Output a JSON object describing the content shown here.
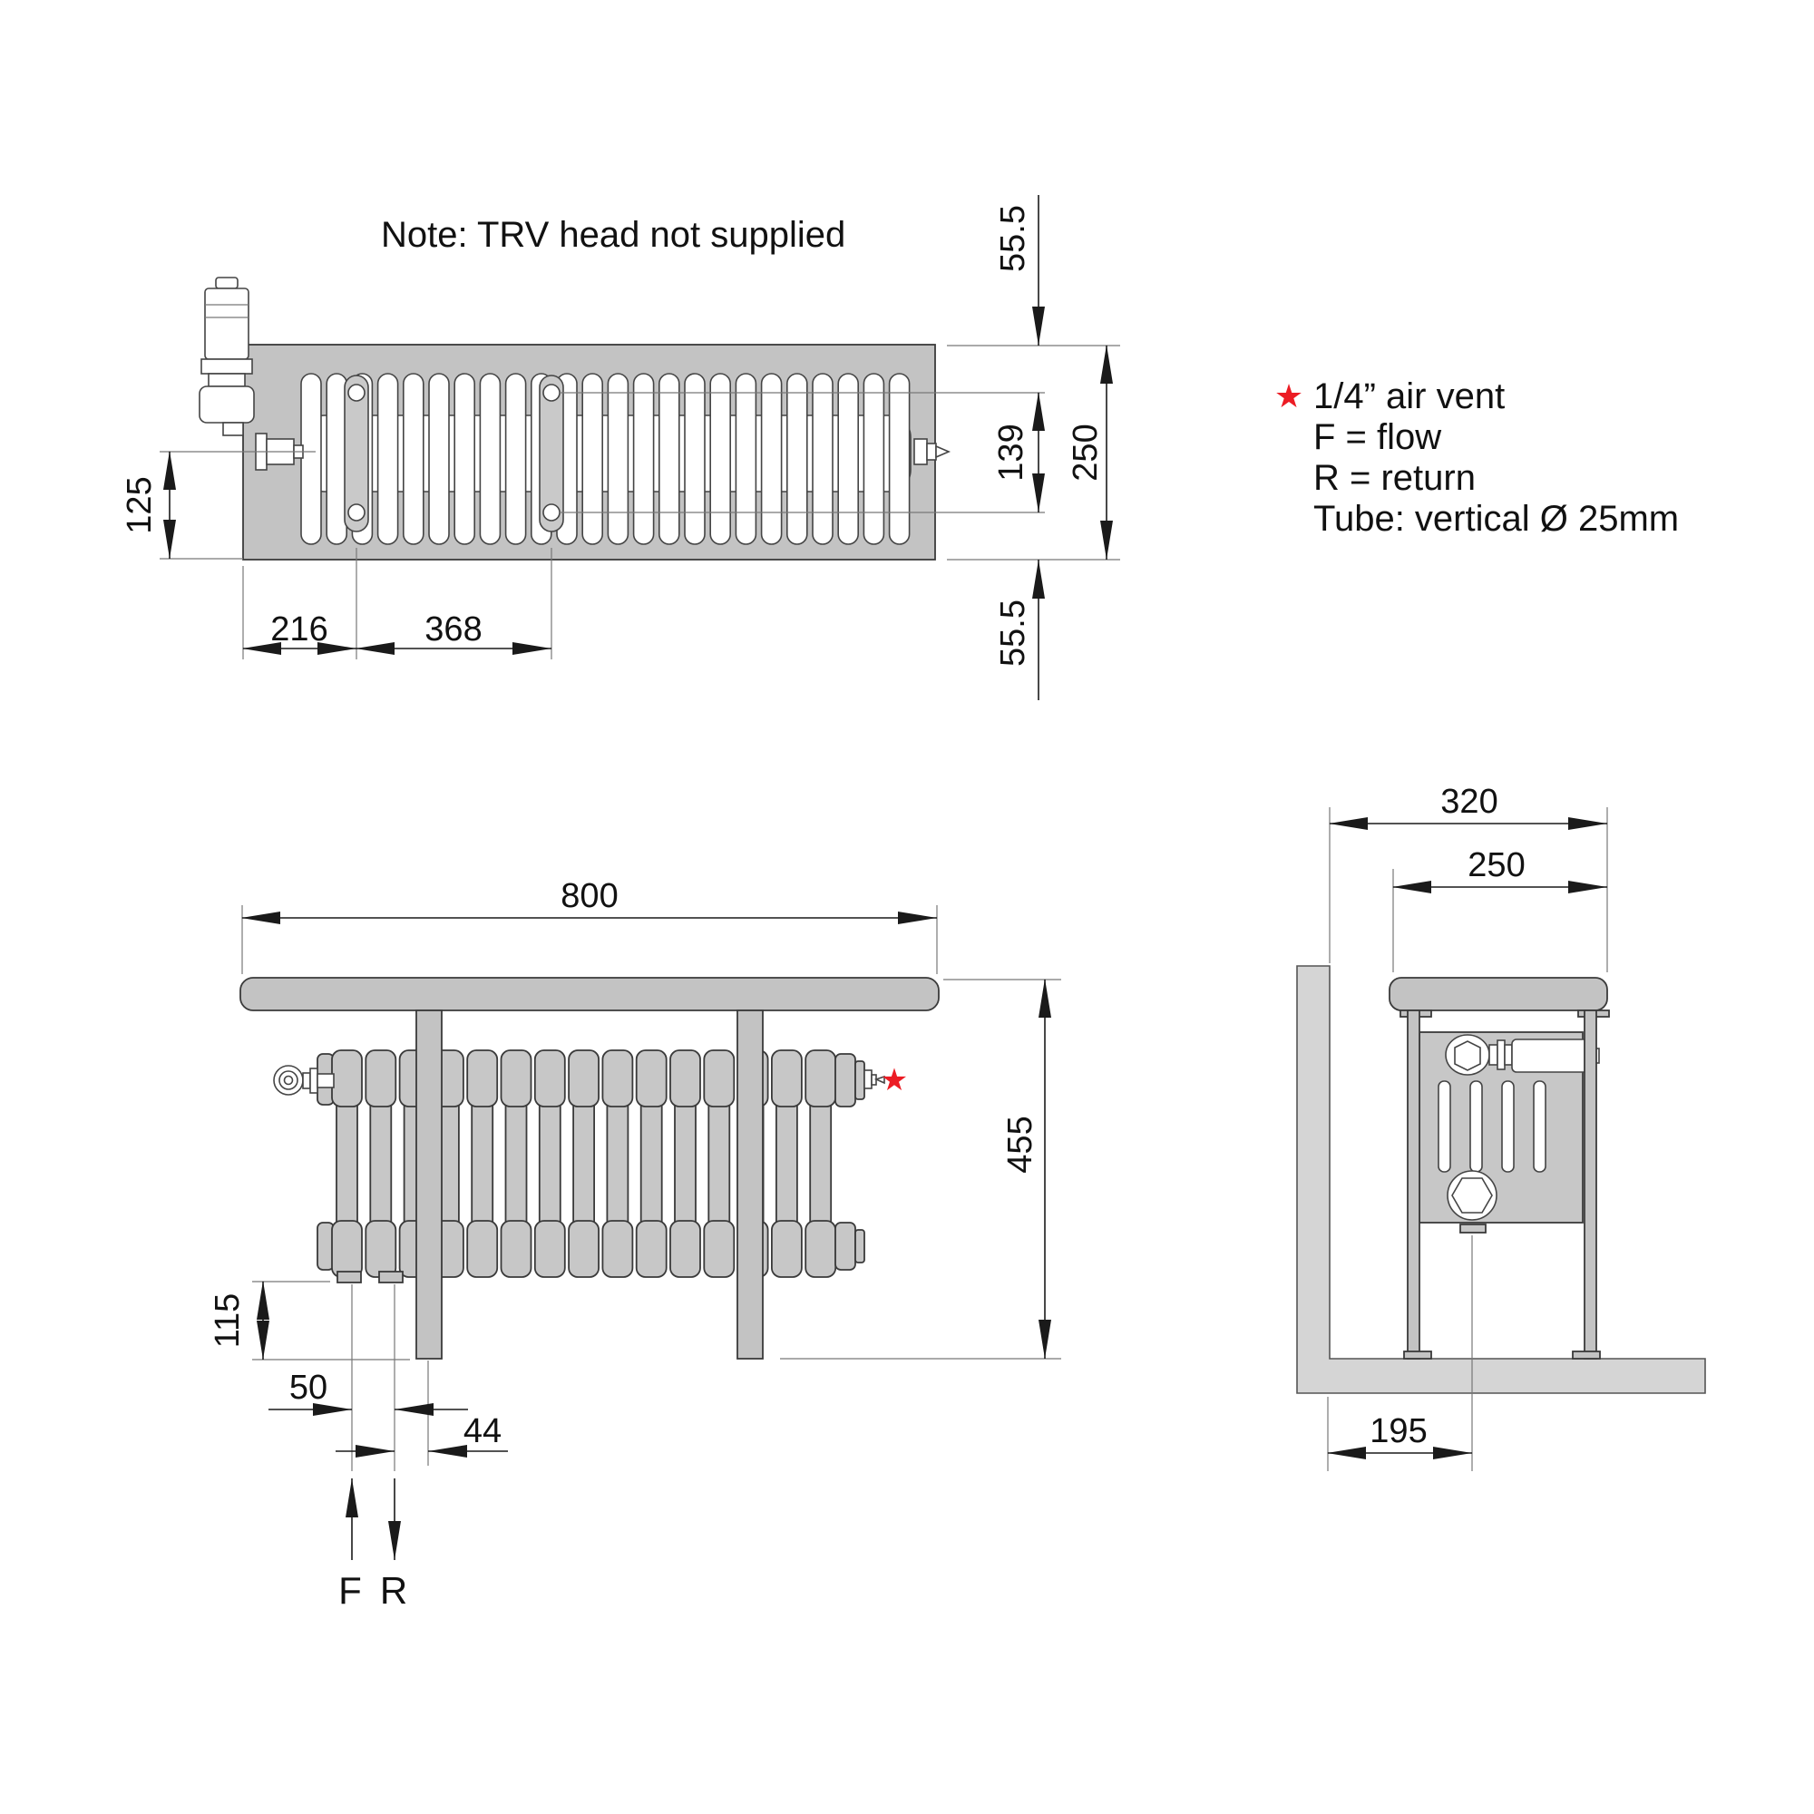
{
  "note": "Note: TRV head not supplied",
  "legend": {
    "star": "★",
    "air_vent": "1/4” air vent",
    "flow": "F = flow",
    "return": "R = return",
    "tube": "Tube: vertical Ø 25mm"
  },
  "top_view": {
    "pipe_offset": "125",
    "end_to_bracket": "216",
    "bracket_spacing": "368",
    "edge_to_hole_top": "55.5",
    "hole_spacing": "139",
    "depth": "250",
    "edge_to_hole_bottom": "55.5"
  },
  "front_view": {
    "width": "800",
    "height": "455",
    "pipe_drop": "115",
    "pipe_spacing": "50",
    "pipe_to_leg": "44",
    "flow": "F",
    "return": "R",
    "air_vent_star": "★"
  },
  "side_view": {
    "depth": "320",
    "seat_depth": "250",
    "wall_to_drain": "195"
  },
  "colors": {
    "accent_red": "#ec1c24",
    "object_gray": "#c3c3c3",
    "wall_gray": "#d5d5d5",
    "line": "#3a3a3a"
  }
}
